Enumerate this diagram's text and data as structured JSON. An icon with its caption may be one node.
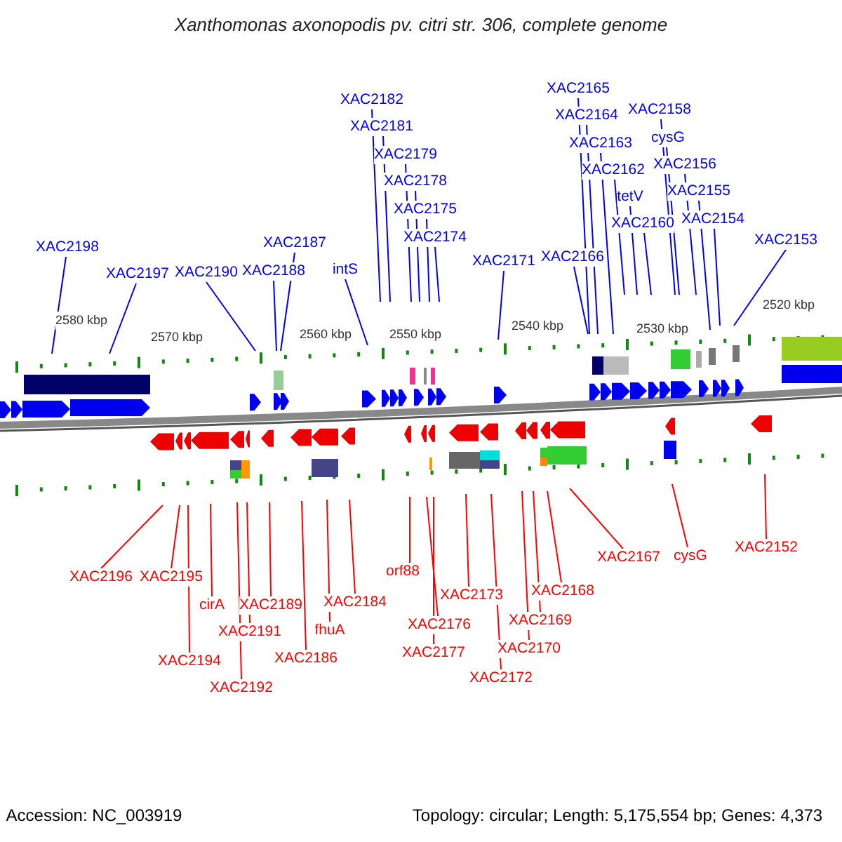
{
  "diagram": {
    "title": "Xanthomonas axonopodis pv. citri str. 306, complete genome",
    "nodes": [
      {
        "text": [
          "XAC2165"
        ]
      },
      {
        "text": [
          "XAC2182"
        ]
      },
      {
        "text": [
          "XAC2158"
        ]
      },
      {
        "text": [
          "XAC2164"
        ]
      },
      {
        "text": [
          "XAC2181"
        ]
      },
      {
        "text": [
          "cysG"
        ]
      },
      {
        "text": [
          "XAC2163"
        ]
      },
      {
        "text": [
          "XAC2179"
        ]
      },
      {
        "text": [
          "XAC2156"
        ]
      },
      {
        "text": [
          "XAC2162"
        ]
      },
      {
        "text": [
          "XAC2178"
        ]
      },
      {
        "text": [
          "XAC2155"
        ]
      },
      {
        "text": [
          "tetV"
        ]
      },
      {
        "text": [
          "XAC2175"
        ]
      },
      {
        "text": [
          "XAC2154"
        ]
      },
      {
        "text": [
          "XAC2160"
        ]
      },
      {
        "text": [
          "XAC2174"
        ]
      },
      {
        "text": [
          "XAC2198"
        ]
      },
      {
        "text": [
          "XAC2153"
        ]
      },
      {
        "text": [
          "XAC2187"
        ]
      },
      {
        "text": [
          "XAC2166"
        ]
      },
      {
        "text": [
          "XAC2171"
        ]
      },
      {
        "text": [
          "intS"
        ]
      },
      {
        "text": [
          "XAC2197"
        ]
      },
      {
        "text": [
          "XAC2190"
        ]
      },
      {
        "text": [
          "XAC2188"
        ]
      },
      {
        "text": [
          "XAC2152"
        ]
      },
      {
        "text": [
          "cysG"
        ]
      },
      {
        "text": [
          "XAC2167"
        ]
      },
      {
        "text": [
          "orf88"
        ]
      },
      {
        "text": [
          "XAC2196"
        ]
      },
      {
        "text": [
          "XAC2195"
        ]
      },
      {
        "text": [
          "XAC2168"
        ]
      },
      {
        "text": [
          "XAC2173"
        ]
      },
      {
        "text": [
          "XAC2184"
        ]
      },
      {
        "text": [
          "cirA"
        ]
      },
      {
        "text": [
          "XAC2189"
        ]
      },
      {
        "text": [
          "XAC2169"
        ]
      },
      {
        "text": [
          "XAC2176"
        ]
      },
      {
        "text": [
          "fhuA"
        ]
      },
      {
        "text": [
          "XAC2191"
        ]
      },
      {
        "text": [
          "XAC2170"
        ]
      },
      {
        "text": [
          "XAC2177"
        ]
      },
      {
        "text": [
          "XAC2186"
        ]
      },
      {
        "text": [
          "XAC2194"
        ]
      },
      {
        "text": [
          "XAC2172"
        ]
      },
      {
        "text": [
          "XAC2192"
        ]
      }
    ],
    "edges": [
      {
        "from": 0,
        "to": null,
        "arrow": "none"
      },
      {
        "from": 1,
        "to": null,
        "arrow": "none"
      },
      {
        "from": 2,
        "to": null,
        "arrow": "none"
      },
      {
        "from": 3,
        "to": null,
        "arrow": "none"
      },
      {
        "from": 4,
        "to": null,
        "arrow": "none"
      },
      {
        "from": 5,
        "to": null,
        "arrow": "none"
      },
      {
        "from": 6,
        "to": null,
        "arrow": "none"
      },
      {
        "from": 7,
        "to": null,
        "arrow": "none"
      },
      {
        "from": 8,
        "to": null,
        "arrow": "none"
      },
      {
        "from": 9,
        "to": null,
        "arrow": "none"
      },
      {
        "from": 10,
        "to": null,
        "arrow": "none"
      },
      {
        "from": 11,
        "to": null,
        "arrow": "none"
      },
      {
        "from": 12,
        "to": null,
        "arrow": "none"
      },
      {
        "from": 13,
        "to": null,
        "arrow": "none"
      },
      {
        "from": 14,
        "to": null,
        "arrow": "none"
      },
      {
        "from": 15,
        "to": null,
        "arrow": "none"
      },
      {
        "from": 16,
        "to": null,
        "arrow": "none"
      },
      {
        "from": 17,
        "to": null,
        "arrow": "none"
      },
      {
        "from": 18,
        "to": null,
        "arrow": "none"
      },
      {
        "from": 19,
        "to": null,
        "arrow": "none"
      },
      {
        "from": 20,
        "to": null,
        "arrow": "none"
      },
      {
        "from": 21,
        "to": null,
        "arrow": "none"
      },
      {
        "from": 22,
        "to": null,
        "arrow": "none"
      },
      {
        "from": 23,
        "to": null,
        "arrow": "none"
      },
      {
        "from": 24,
        "to": null,
        "arrow": "none"
      },
      {
        "from": 25,
        "to": null,
        "arrow": "none"
      },
      {
        "from": 26,
        "to": null,
        "arrow": "none",
        "color": "#ff0000"
      },
      {
        "from": 27,
        "to": null,
        "arrow": "none",
        "color": "#ff0000"
      },
      {
        "from": 28,
        "to": null,
        "arrow": "none",
        "color": "#ff0000"
      },
      {
        "from": 29,
        "to": null,
        "arrow": "none",
        "color": "#ff0000"
      },
      {
        "from": 30,
        "to": null,
        "arrow": "none",
        "color": "#ff0000"
      },
      {
        "from": 31,
        "to": null,
        "arrow": "none",
        "color": "#ff0000"
      },
      {
        "from": 32,
        "to": null,
        "arrow": "none",
        "color": "#ff0000"
      },
      {
        "from": 33,
        "to": null,
        "arrow": "none",
        "color": "#ff0000"
      },
      {
        "from": 34,
        "to": null,
        "arrow": "none",
        "color": "#ff0000"
      },
      {
        "from": 35,
        "to": null,
        "arrow": "none",
        "color": "#ff0000"
      },
      {
        "from": 36,
        "to": null,
        "arrow": "none",
        "color": "#ff0000"
      },
      {
        "from": 37,
        "to": null,
        "arrow": "none",
        "color": "#ff0000"
      },
      {
        "from": 38,
        "to": null,
        "arrow": "none",
        "color": "#ff0000"
      },
      {
        "from": 39,
        "to": null,
        "arrow": "none",
        "color": "#ff0000"
      },
      {
        "from": 40,
        "to": null,
        "arrow": "none",
        "color": "#ff0000"
      },
      {
        "from": 41,
        "to": null,
        "arrow": "none",
        "color": "#ff0000"
      },
      {
        "from": 42,
        "to": null,
        "arrow": "none",
        "color": "#ff0000"
      },
      {
        "from": 43,
        "to": null,
        "arrow": "none",
        "color": "#ff0000"
      },
      {
        "from": 44,
        "to": null,
        "arrow": "none",
        "color": "#ff0000"
      },
      {
        "from": 45,
        "to": null,
        "arrow": "none",
        "color": "#ff0000"
      },
      {
        "from": 46,
        "to": null,
        "arrow": "none",
        "color": "#ff0000"
      }
    ],
    "labels": [
      "2520 kbp",
      "2530 kbp",
      "2540 kbp",
      "2550 kbp",
      "2560 kbp",
      "2570 kbp",
      "2580 kbp",
      "Accession: NC_003919",
      "Topology: circular; Length: 5,175,554 bp; Genes: 4,373"
    ]
  }
}
